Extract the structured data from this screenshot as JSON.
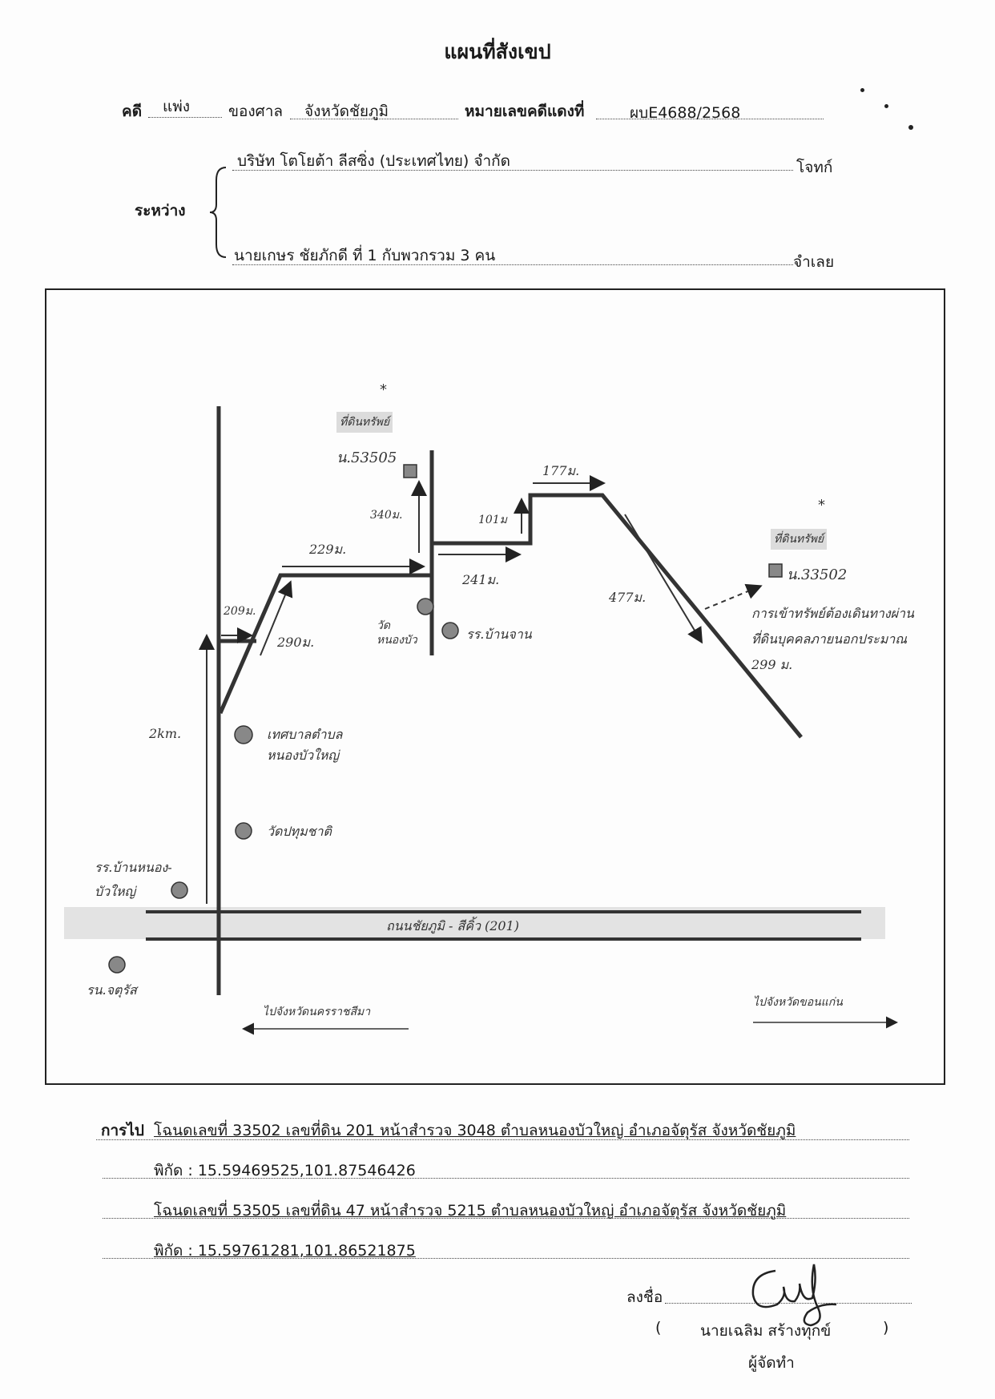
{
  "header": {
    "title": "แผนที่สังเขป",
    "case_label": "คดี",
    "case_type": "แพ่ง",
    "court_label": "ของศาล",
    "court_name": "จังหวัดชัยภูมิ",
    "red_no_label": "หมายเลขคดีแดงที่",
    "red_no": "ผบE4688/2568",
    "between_label": "ระหว่าง",
    "plaintiff": "บริษัท โตโยต้า ลีสซิ่ง (ประเทศไทย) จำกัด",
    "plaintiff_role": "โจทก์",
    "defendant": "นายเกษร ชัยภักดี ที่ 1 กับพวกรวม 3 คน",
    "defendant_role": "จำเลย"
  },
  "map": {
    "asset1_tag": "ที่ดินทรัพย์",
    "asset1_no": "น.53505",
    "asset2_tag": "ที่ดินทรัพย์",
    "asset2_no": "น.33502",
    "dist_2km": "2km.",
    "dist_209": "209ม.",
    "dist_290": "290ม.",
    "dist_229": "229ม.",
    "dist_340": "340ม.",
    "dist_101": "101ม",
    "dist_177": "177ม.",
    "dist_241": "241ม.",
    "dist_477": "477ม.",
    "place_wat_nongbua": "วัดหนองบัว",
    "place_school_banjan": "รร.บ้านจาน",
    "place_municipality": "เทศบาลตำบล หนองบัวใหญ่",
    "place_wat_pathum": "วัดปทุมชาติ",
    "place_school_nongbua": "รร.บ้านหนอง-บัวใหญ่",
    "place_school_chaturat": "รน.จตุรัส",
    "road_label": "ถนนชัยภูมิ - สีคิ้ว (201)",
    "dir_left": "ไปจังหวัดนครราชสีมา",
    "dir_right": "ไปจังหวัดขอนแก่น",
    "note": "การเข้าทรัพย์ต้องเดินทางผ่านที่ดินบุคคลภายนอกประมาณ 299 ม."
  },
  "footer": {
    "route_label": "การไป",
    "line1": "โฉนดเลขที่ 33502 เลขที่ดิน 201 หน้าสำรวจ 3048 ตำบลหนองบัวใหญ่ อำเภอจัตุรัส จังหวัดชัยภูมิ",
    "line2": "พิกัด : 15.59469525,101.87546426",
    "line3": "โฉนดเลขที่ 53505 เลขที่ดิน 47 หน้าสำรวจ 5215 ตำบลหนองบัวใหญ่ อำเภอจัตุรัส จังหวัดชัยภูมิ",
    "line4": "พิกัด : 15.59761281,101.86521875",
    "sign_label": "ลงชื่อ",
    "signer_open": "(",
    "signer_name": "นายเฉลิม สร้างทุกข์",
    "signer_close": ")",
    "signer_role": "ผู้จัดทำ"
  }
}
